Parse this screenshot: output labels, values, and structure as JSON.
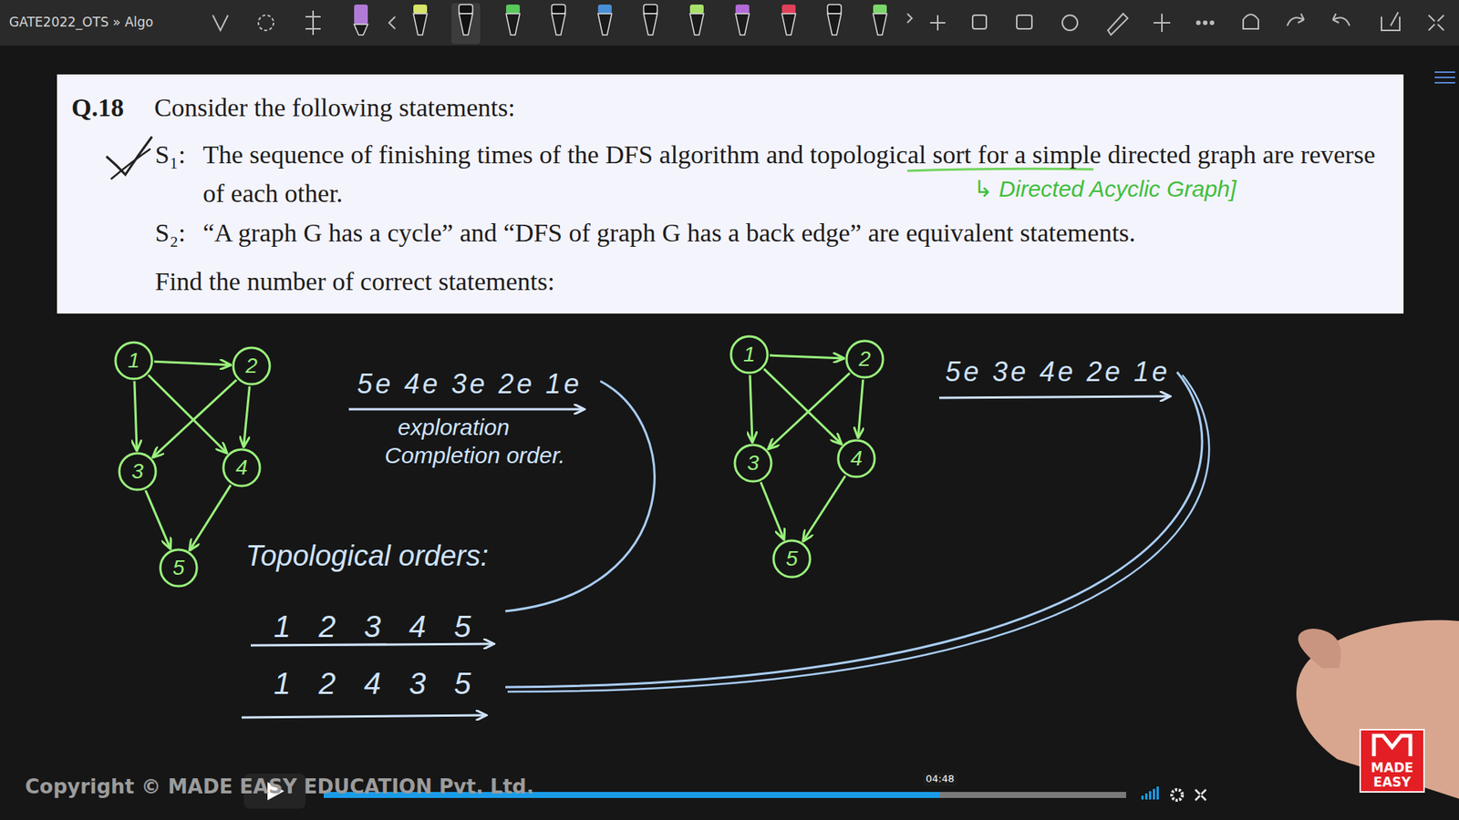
{
  "diagram": {
    "nodes": [
      {
        "text": [
          "Q.18",
          "Consider the following statements:",
          "S₁:",
          "The sequence of finishing times of the DFS algorithm and topological sort for a simple directed graph are reverse of each other.",
          "S₂:",
          "“A graph G has a cycle” and “DFS of graph G has a back edge” are equivalent statements.",
          "Find the number of correct statements:"
        ]
      },
      {
        "text": [
          "1"
        ]
      },
      {
        "text": [
          "2"
        ]
      },
      {
        "text": [
          "3"
        ]
      },
      {
        "text": [
          "4"
        ]
      },
      {
        "text": [
          "5"
        ]
      },
      {
        "text": [
          "1"
        ]
      },
      {
        "text": [
          "2"
        ]
      },
      {
        "text": [
          "3"
        ]
      },
      {
        "text": [
          "4"
        ]
      },
      {
        "text": [
          "5"
        ]
      }
    ],
    "edges": [
      {
        "from": 1,
        "to": 2,
        "arrow": "to"
      },
      {
        "from": 1,
        "to": 3,
        "arrow": "to"
      },
      {
        "from": 1,
        "to": 4,
        "arrow": "to"
      },
      {
        "from": 2,
        "to": 3,
        "arrow": "to"
      },
      {
        "from": 2,
        "to": 4,
        "arrow": "to"
      },
      {
        "from": 3,
        "to": 5,
        "arrow": "to"
      },
      {
        "from": 4,
        "to": 5,
        "arrow": "to"
      },
      {
        "from": 6,
        "to": 7,
        "arrow": "to"
      },
      {
        "from": 6,
        "to": 8,
        "arrow": "to"
      },
      {
        "from": 6,
        "to": 9,
        "arrow": "to"
      },
      {
        "from": 7,
        "to": 8,
        "arrow": "to"
      },
      {
        "from": 7,
        "to": 9,
        "arrow": "to"
      },
      {
        "from": 8,
        "to": 10,
        "arrow": "to"
      },
      {
        "from": 9,
        "to": 10,
        "arrow": "to"
      }
    ],
    "labels": [
      "GATE2022_OTS » Algo",
      "↳ Directed Acyclic Graph]",
      "5e 4e 3e 2e 1e",
      "exploration",
      "Completion order.",
      "Topological orders:",
      "1 2 3 4 5",
      "1 2 4 3 5",
      "5e 3e 4e 2e 1e",
      "Copyright © MADE EASY EDUCATION Pvt. Ltd.",
      "04:48",
      "MADE",
      "EASY"
    ]
  }
}
